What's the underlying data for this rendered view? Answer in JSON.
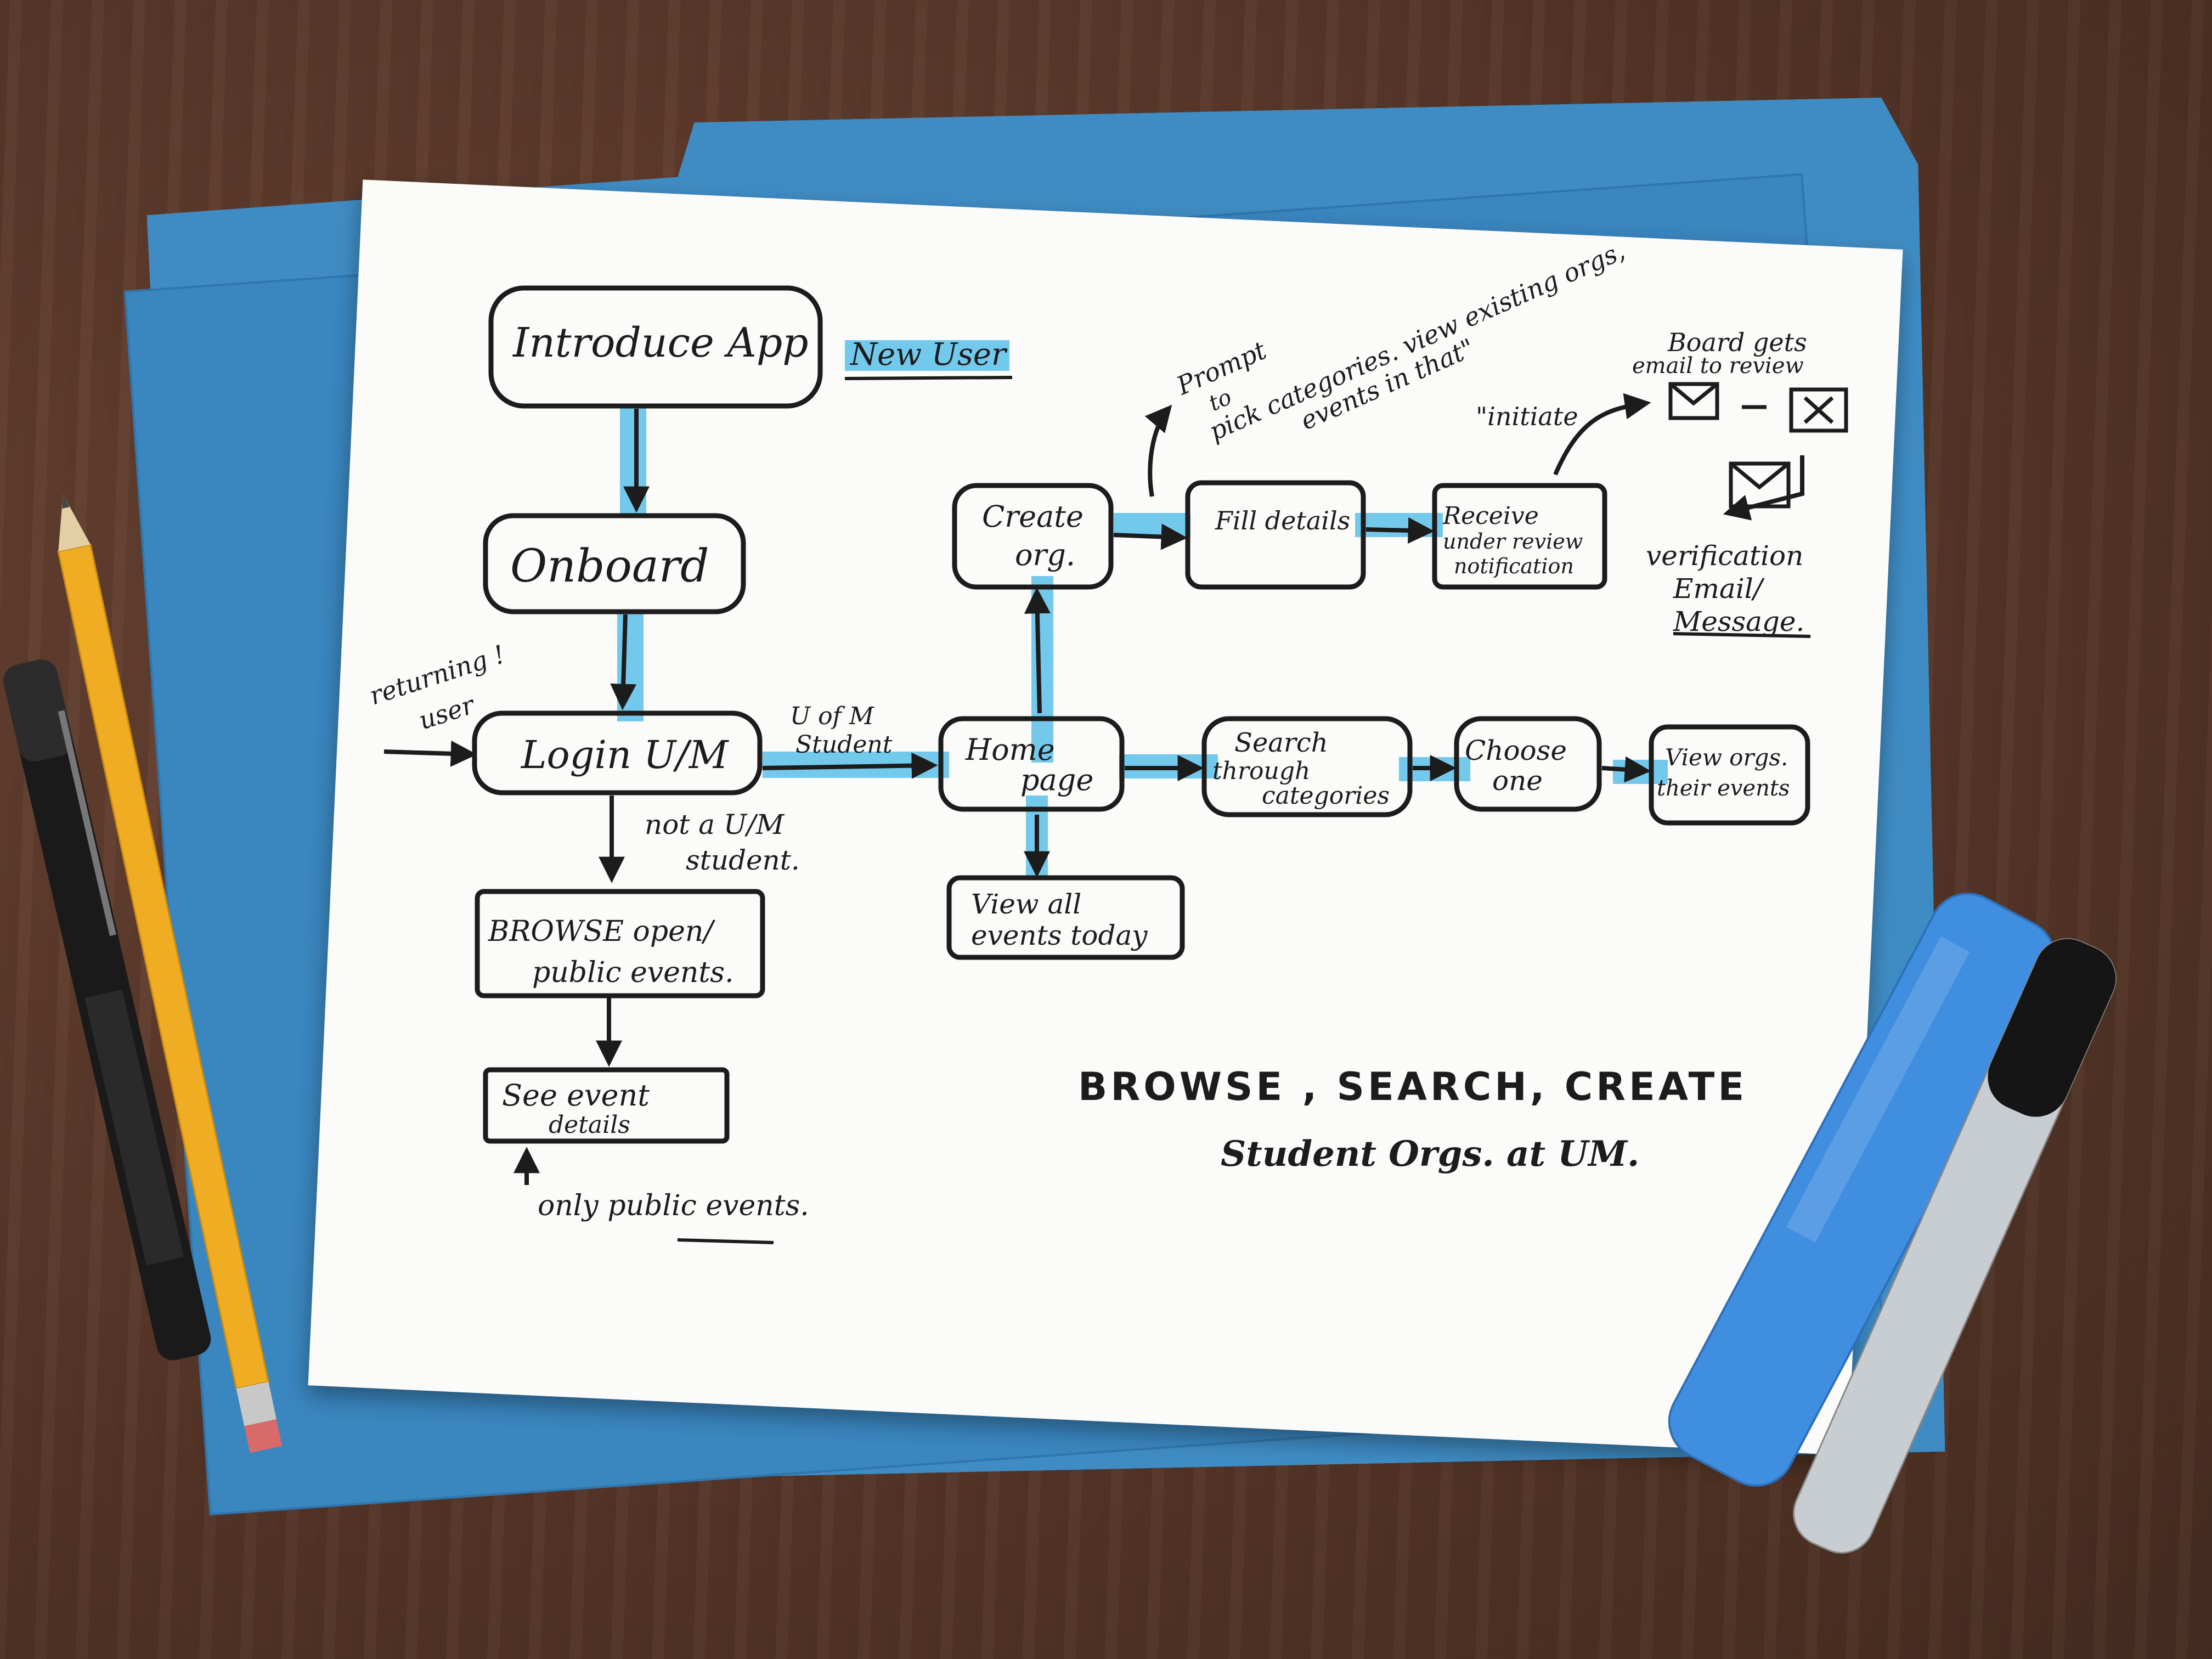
{
  "nodes": {
    "introduce_app": "Introduce App",
    "onboard": "Onboard",
    "login": "Login U/M",
    "browse_public": [
      "BROWSE open/",
      "public events."
    ],
    "see_event_details": [
      "See event",
      "details"
    ],
    "home_page": [
      "Home",
      "page"
    ],
    "view_all_events": [
      "View all",
      "events today"
    ],
    "create_org": [
      "Create",
      "org."
    ],
    "fill_details": "Fill details",
    "receive_under_review": [
      "Receive",
      "under review",
      "notification"
    ],
    "search_categories": [
      "Search",
      "through",
      "categories"
    ],
    "choose_one": [
      "Choose",
      "one"
    ],
    "view_orgs": [
      "View orgs.",
      "their events"
    ]
  },
  "labels": {
    "new_user": "New User",
    "returning_user": [
      "returning !",
      "user"
    ],
    "u_of_m_student": [
      "U of M",
      "Student"
    ],
    "not_um_student": [
      "not a U/M",
      "student."
    ],
    "only_public_events": "only public events.",
    "prompt": [
      "Prompt",
      "to",
      "pick categories. view existing orgs,",
      "events in that\""
    ],
    "initiate": "\"initiate",
    "board_gets_email": [
      "Board gets",
      "email to review"
    ],
    "verification": [
      "verification",
      "Email/",
      "Message."
    ]
  },
  "title": [
    "BROWSE , SEARCH, CREATE",
    "Student Orgs. at UM."
  ],
  "colors": {
    "highlight": "#5bc0ea",
    "ink": "#1c1c1c",
    "folder": "#3a86bf",
    "paper": "#fbfbf9"
  }
}
